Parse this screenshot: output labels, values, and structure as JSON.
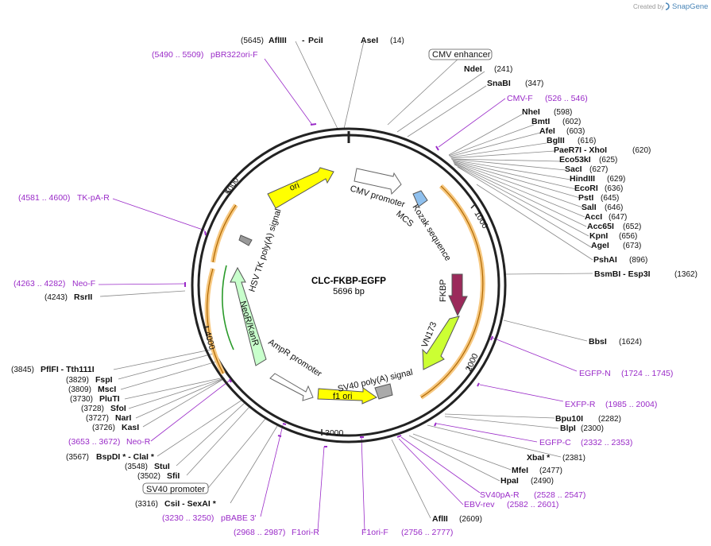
{
  "header": {
    "created_by": "Created by",
    "brand": "SnapGene"
  },
  "plasmid": {
    "name": "CLC-FKBP-EGFP",
    "length_label": "5696 bp"
  },
  "ruler": [
    "1000",
    "2000",
    "3000",
    "4000",
    "5000"
  ],
  "features": {
    "cmv_promoter": "CMV promoter",
    "mcs": "MCS",
    "kozak": "Kozak sequence",
    "fkbp": "FKBP",
    "vn173": "VN173",
    "sv40_polya": "SV40 poly(A) signal",
    "f1_ori": "f1 ori",
    "ampr_promoter": "AmpR promoter",
    "neo_kanr": "NeoR/KanR",
    "hsv_tk": "HSV TK poly(A) signal",
    "ori": "ori"
  },
  "boxed_labels": {
    "cmv_enhancer": "CMV enhancer",
    "sv40_promoter": "SV40 promoter"
  },
  "enzymes_top": [
    {
      "pos": "(5645)",
      "name": "AflIII"
    },
    {
      "name": "PciI"
    },
    {
      "name": "AseI",
      "pos": "(14)"
    }
  ],
  "enzymes_right": [
    {
      "name": "NdeI",
      "pos": "(241)"
    },
    {
      "name": "SnaBI",
      "pos": "(347)"
    },
    {
      "name": "NheI",
      "pos": "(598)"
    },
    {
      "name": "BmtI",
      "pos": "(602)"
    },
    {
      "name": "AfeI",
      "pos": "(603)"
    },
    {
      "name": "BglII",
      "pos": "(616)"
    },
    {
      "name": "PaeR7I - XhoI",
      "pos": "(620)"
    },
    {
      "name": "Eco53kI",
      "pos": "(625)"
    },
    {
      "name": "SacI",
      "pos": "(627)"
    },
    {
      "name": "HindIII",
      "pos": "(629)"
    },
    {
      "name": "EcoRI",
      "pos": "(636)"
    },
    {
      "name": "PstI",
      "pos": "(645)"
    },
    {
      "name": "SalI",
      "pos": "(646)"
    },
    {
      "name": "AccI",
      "pos": "(647)"
    },
    {
      "name": "Acc65I",
      "pos": "(652)"
    },
    {
      "name": "KpnI",
      "pos": "(656)"
    },
    {
      "name": "AgeI",
      "pos": "(673)"
    },
    {
      "name": "PshAI",
      "pos": "(896)"
    },
    {
      "name": "BsmBI - Esp3I",
      "pos": "(1362)"
    },
    {
      "name": "BbsI",
      "pos": "(1624)"
    },
    {
      "name": "Bpu10I",
      "pos": "(2282)"
    },
    {
      "name": "BlpI",
      "pos": "(2300)"
    },
    {
      "name": "XbaI *",
      "pos": "(2381)"
    },
    {
      "name": "MfeI",
      "pos": "(2477)"
    },
    {
      "name": "HpaI",
      "pos": "(2490)"
    },
    {
      "name": "AflII",
      "pos": "(2609)"
    }
  ],
  "enzymes_left": [
    {
      "pos": "(4243)",
      "name": "RsrII"
    },
    {
      "pos": "(3845)",
      "name": "PflFI - Tth111I"
    },
    {
      "pos": "(3829)",
      "name": "FspI"
    },
    {
      "pos": "(3809)",
      "name": "MscI"
    },
    {
      "pos": "(3730)",
      "name": "PluTI"
    },
    {
      "pos": "(3728)",
      "name": "SfoI"
    },
    {
      "pos": "(3727)",
      "name": "NarI"
    },
    {
      "pos": "(3726)",
      "name": "KasI"
    },
    {
      "pos": "(3567)",
      "name": "BspDI * - ClaI *"
    },
    {
      "pos": "(3548)",
      "name": "StuI"
    },
    {
      "pos": "(3502)",
      "name": "SfiI"
    },
    {
      "pos": "(3316)",
      "name": "CsiI - SexAI *"
    }
  ],
  "primers": [
    {
      "name": "pBR322ori-F",
      "range": "(5490 .. 5509)"
    },
    {
      "name": "CMV-F",
      "range": "(526 .. 546)"
    },
    {
      "name": "TK-pA-R",
      "range": "(4581 .. 4600)"
    },
    {
      "name": "Neo-F",
      "range": "(4263 .. 4282)"
    },
    {
      "name": "EGFP-N",
      "range": "(1724 .. 1745)"
    },
    {
      "name": "EXFP-R",
      "range": "(1985 .. 2004)"
    },
    {
      "name": "EGFP-C",
      "range": "(2332 .. 2353)"
    },
    {
      "name": "Neo-R",
      "range": "(3653 .. 3672)"
    },
    {
      "name": "SV40pA-R",
      "range": "(2528 .. 2547)"
    },
    {
      "name": "EBV-rev",
      "range": "(2582 .. 2601)"
    },
    {
      "name": "pBABE 3'",
      "range": "(3230 .. 3250)"
    },
    {
      "name": "F1ori-R",
      "range": "(2968 .. 2987)"
    },
    {
      "name": "F1ori-F",
      "range": "(2756 .. 2777)"
    }
  ],
  "colors": {
    "ring": "#222222",
    "primer": "#9a2bc8",
    "ori": "#ffff00",
    "fkbp": "#9b2a5b",
    "vn173": "#ccff33",
    "neo": "#c8ffcc",
    "orf_arc": "#f0a030",
    "mcs": "#8fc0ee"
  }
}
